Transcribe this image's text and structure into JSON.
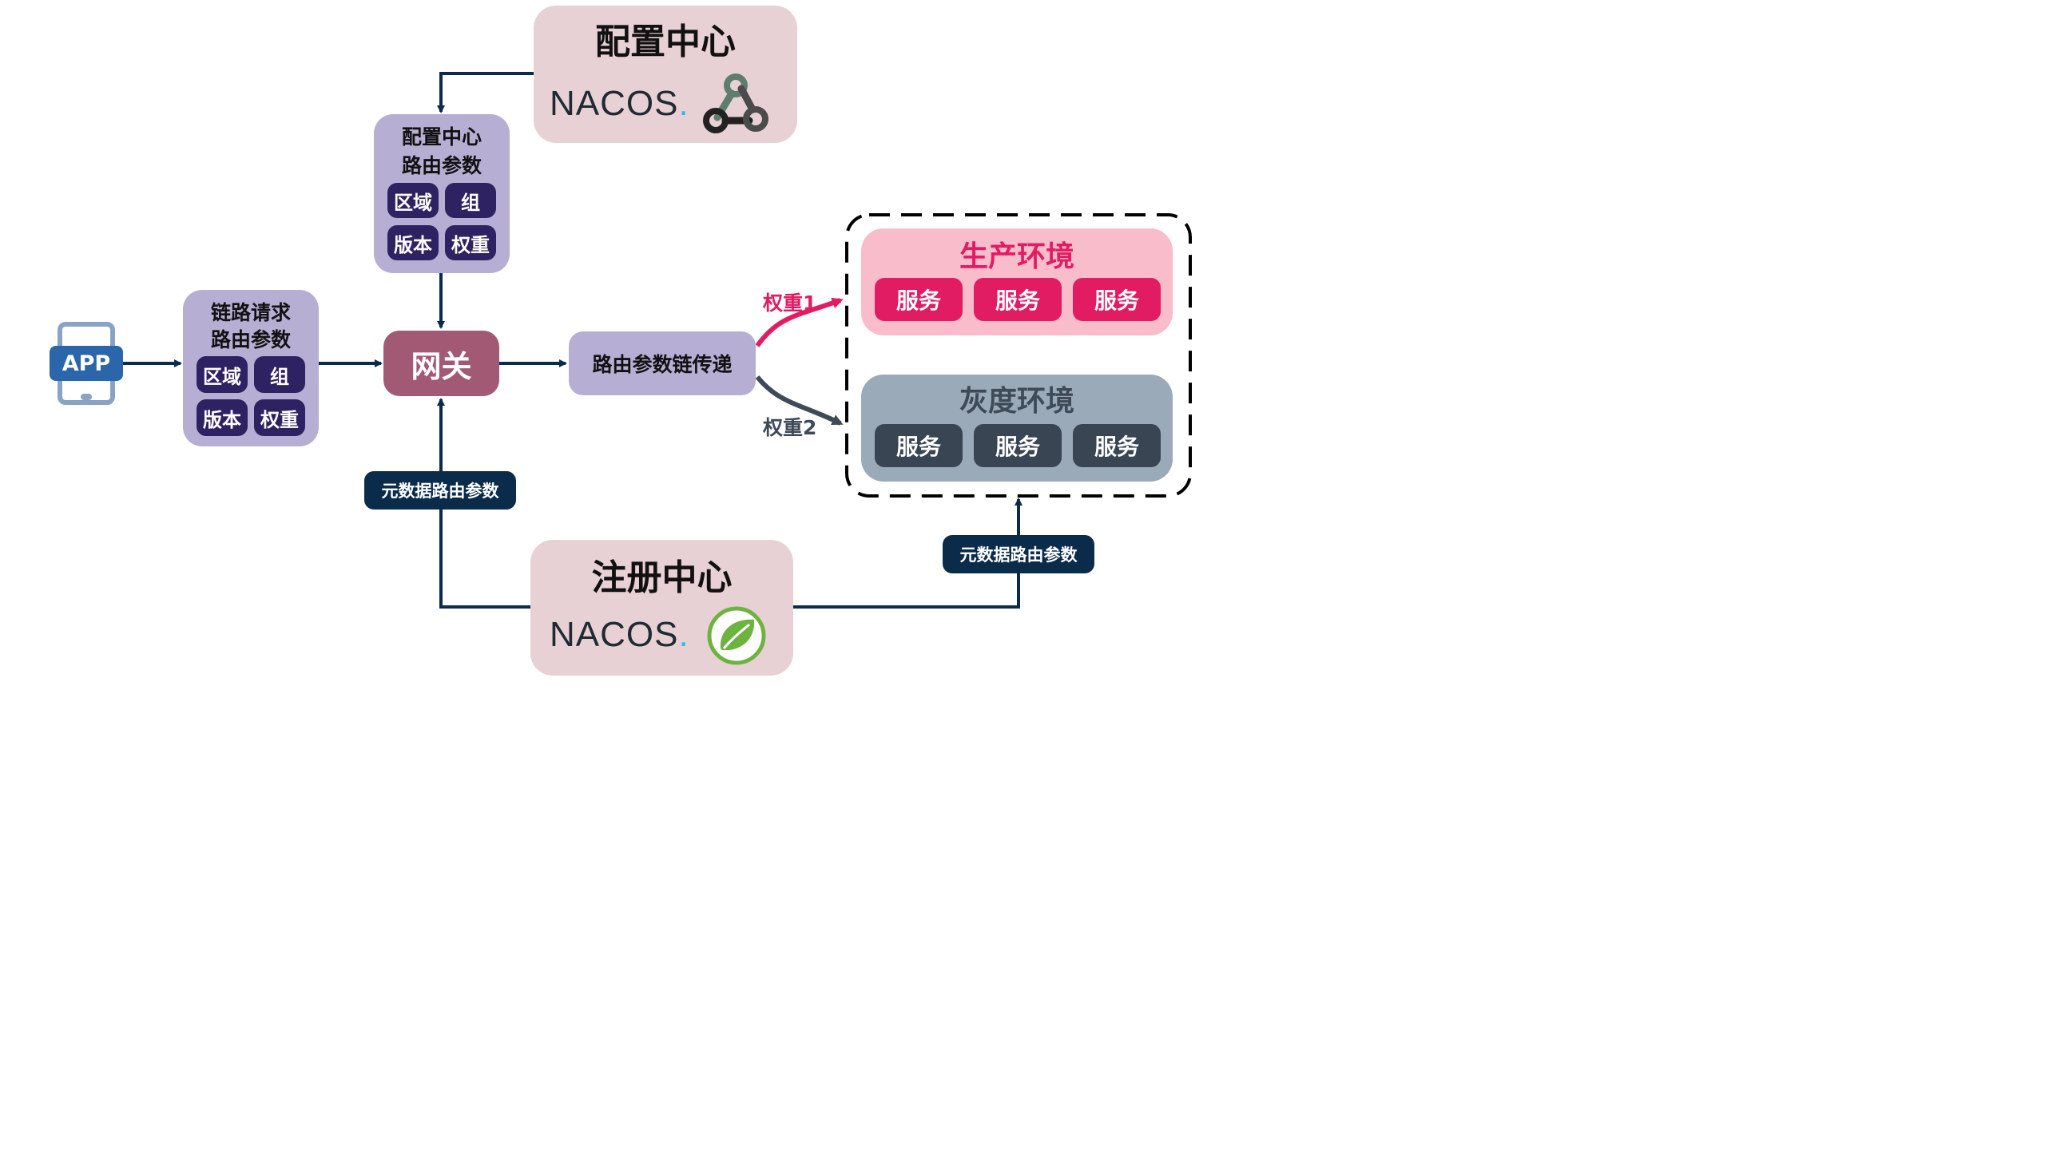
{
  "config_center": {
    "title": "配置中心",
    "logo_text": "NACOS",
    "logo_dot": ".",
    "icon": "webhook-icon"
  },
  "registry_center": {
    "title": "注册中心",
    "logo_text": "NACOS",
    "logo_dot": ".",
    "icon": "spring-leaf-icon"
  },
  "app": {
    "label": "APP",
    "icon": "tablet-icon"
  },
  "link_request_params": {
    "title_line1": "链路请求",
    "title_line2": "路由参数",
    "chips": [
      "区域",
      "组",
      "版本",
      "权重"
    ]
  },
  "config_route_params": {
    "title_line1": "配置中心",
    "title_line2": "路由参数",
    "chips": [
      "区域",
      "组",
      "版本",
      "权重"
    ]
  },
  "gateway": {
    "label": "网关"
  },
  "param_passing": {
    "label": "路由参数链传递"
  },
  "metadata_label_left": "元数据路由参数",
  "metadata_label_right": "元数据路由参数",
  "weight1": "权重1",
  "weight2": "权重2",
  "prod_env": {
    "title": "生产环境",
    "services": [
      "服务",
      "服务",
      "服务"
    ]
  },
  "gray_env": {
    "title": "灰度环境",
    "services": [
      "服务",
      "服务",
      "服务"
    ]
  },
  "colors": {
    "arrow": "#0b2b4b",
    "nacos_box": "#e8d1d5",
    "param_box": "#b7aed4",
    "gateway": "#a25a74",
    "prod_accent": "#e21c63",
    "gray_panel": "#9aaab8",
    "gray_text": "#3e4a57"
  }
}
